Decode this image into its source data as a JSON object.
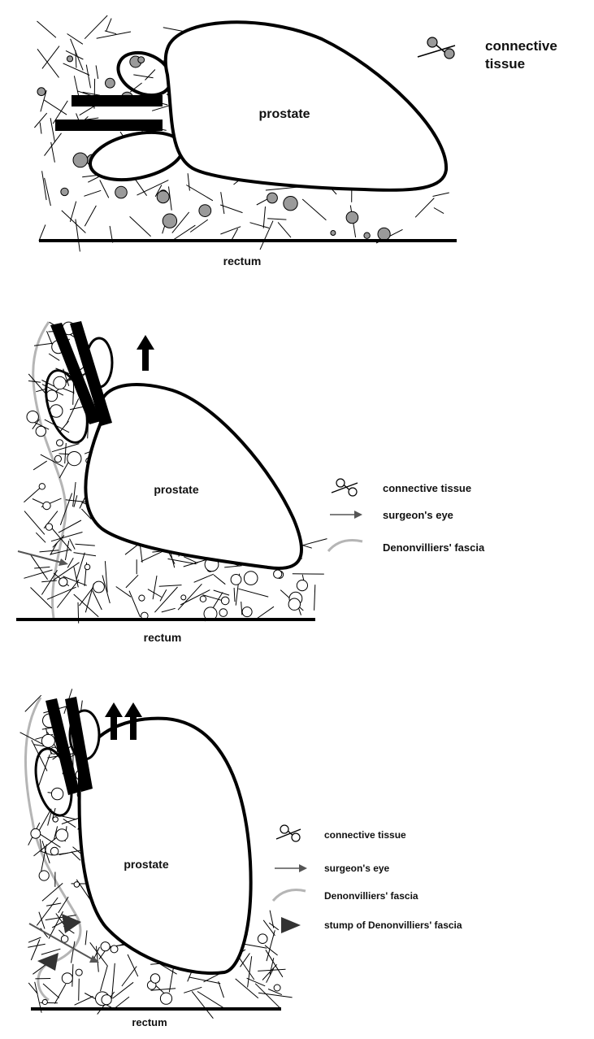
{
  "panel_1": {
    "organ_label": "prostate",
    "baseline_label": "rectum",
    "legend": [
      {
        "icon": "connective-tissue-icon",
        "text": "connective tissue"
      }
    ]
  },
  "panel_2": {
    "organ_label": "prostate",
    "baseline_label": "rectum",
    "legend": [
      {
        "icon": "connective-tissue-icon",
        "text": "connective tissue"
      },
      {
        "icon": "arrow-icon",
        "text": "surgeon's eye"
      },
      {
        "icon": "fascia-curve-icon",
        "text": "Denonvilliers' fascia"
      }
    ]
  },
  "panel_3": {
    "organ_label": "prostate",
    "baseline_label": "rectum",
    "legend": [
      {
        "icon": "connective-tissue-icon",
        "text": "connective tissue"
      },
      {
        "icon": "arrow-icon",
        "text": "surgeon's eye"
      },
      {
        "icon": "fascia-curve-icon",
        "text": "Denonvilliers' fascia"
      },
      {
        "icon": "triangle-icon",
        "text": "stump of Denonvilliers' fascia"
      }
    ]
  },
  "colors": {
    "outline": "#000000",
    "tissue_fill": "#9a9a9a",
    "fascia": "#b5b5b5",
    "arrow": "#555555",
    "triangle": "#333333"
  }
}
